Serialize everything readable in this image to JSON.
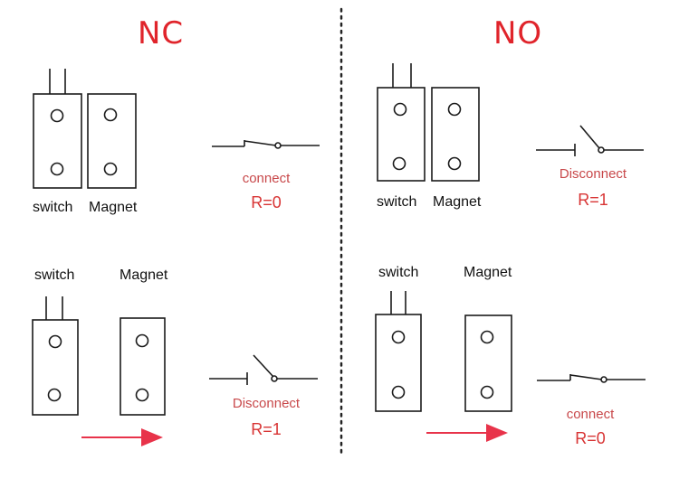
{
  "nc": {
    "title": "NC",
    "top": {
      "switch_label": "switch",
      "magnet_label": "Magnet",
      "state": "connect",
      "resistance": "R=0"
    },
    "bottom": {
      "switch_label": "switch",
      "magnet_label": "Magnet",
      "state": "Disconnect",
      "resistance": "R=1"
    }
  },
  "no": {
    "title": "NO",
    "top": {
      "switch_label": "switch",
      "magnet_label": "Magnet",
      "state": "Disconnect",
      "resistance": "R=1"
    },
    "bottom": {
      "switch_label": "switch",
      "magnet_label": "Magnet",
      "state": "connect",
      "resistance": "R=0"
    }
  },
  "colors": {
    "heading": "#e0242b",
    "state_text": "#c8484a",
    "arrow": "#e8334a",
    "line": "#1a1a1a"
  }
}
